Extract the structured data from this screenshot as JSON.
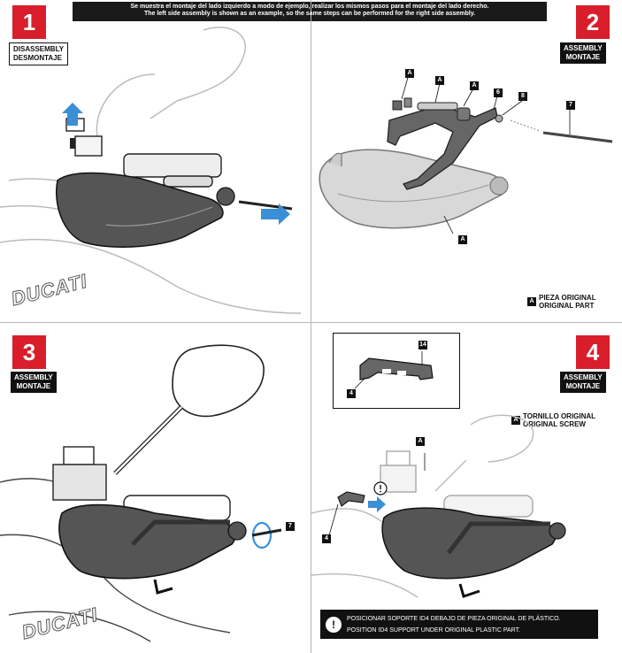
{
  "banner": {
    "line1": "Se muestra el montaje del lado izquierdo a modo de ejemplo, realizar los mismos pasos para el montaje  del lado derecho.",
    "line2": "The left side assembly is shown as an example, so the same steps can be performed for the right side assembly."
  },
  "steps": [
    {
      "number": "1",
      "label_es": "DISASSEMBLY",
      "label_en": "DESMONTAJE"
    },
    {
      "number": "2",
      "label_es": "ASSEMBLY",
      "label_en": "MONTAJE"
    },
    {
      "number": "3",
      "label_es": "ASSEMBLY",
      "label_en": "MONTAJE"
    },
    {
      "number": "4",
      "label_es": "ASSEMBLY",
      "label_en": "MONTAJE"
    }
  ],
  "brand": "DUCATI",
  "panel2": {
    "callouts": [
      "A",
      "A",
      "A",
      "6",
      "8",
      "7",
      "A"
    ],
    "legend_letter": "A",
    "legend_line1": "PIEZA ORIGINAL",
    "legend_line2": "ORIGINAL PART"
  },
  "panel3": {
    "callouts": [
      "7"
    ]
  },
  "panel4": {
    "inset_callouts": [
      "14",
      "4"
    ],
    "callouts": [
      "A",
      "4"
    ],
    "legend_letter": "A",
    "legend_line1": "TORNILLO ORIGINAL",
    "legend_line2": "ORIGINAL SCREW",
    "notice_icon": "!",
    "notice_line1": "POSICIONAR SOPORTE ID4 DEBAJO DE PIEZA ORIGINAL DE PLÁSTICO.",
    "notice_line2": "POSITION ID4 SUPPORT UNDER ORIGINAL PLASTIC PART."
  },
  "colors": {
    "accent": "#d81e2a",
    "arrow": "#3a8fd6",
    "dark": "#111111"
  }
}
